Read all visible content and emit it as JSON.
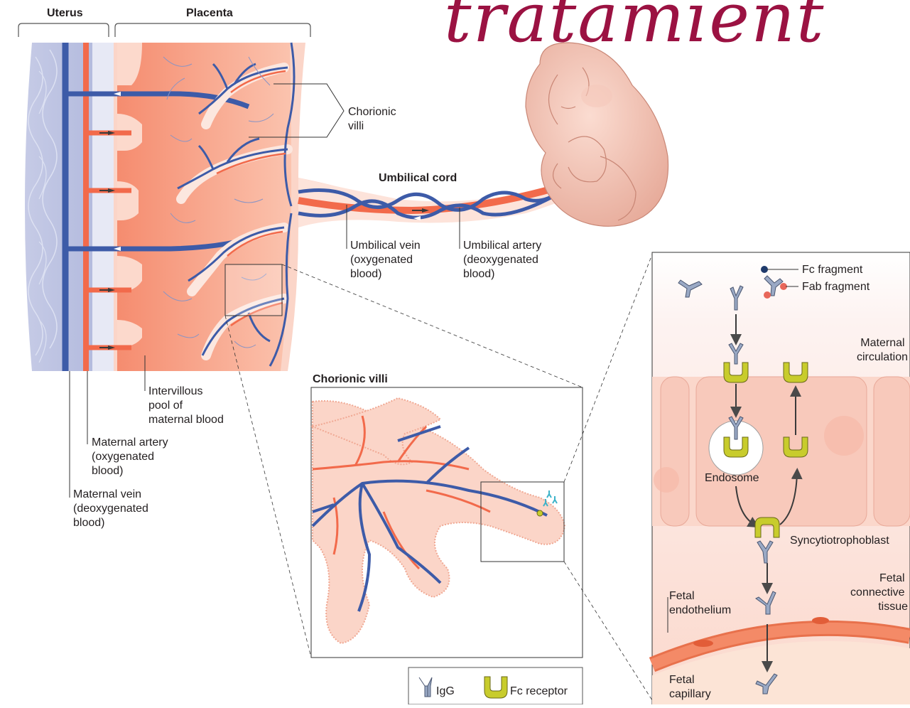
{
  "watermark": "tratamient",
  "headers": {
    "uterus": "Uterus",
    "placenta": "Placenta"
  },
  "labels": {
    "chorionic_villi": [
      "Chorionic",
      "villi"
    ],
    "umbilical_cord": "Umbilical cord",
    "umbilical_vein": [
      "Umbilical vein",
      "(oxygenated",
      "blood)"
    ],
    "umbilical_artery": [
      "Umbilical artery",
      "(deoxygenated",
      "blood)"
    ],
    "intervillous_pool": [
      "Intervillous",
      "pool of",
      "maternal blood"
    ],
    "maternal_artery": [
      "Maternal artery",
      "(oxygenated",
      "blood)"
    ],
    "maternal_vein": [
      "Maternal vein",
      "(deoxygenated",
      "blood)"
    ]
  },
  "inset_chorionic": {
    "title": "Chorionic villi"
  },
  "detail": {
    "fc_fragment": "Fc fragment",
    "fab_fragment": "Fab fragment",
    "maternal_circulation": [
      "Maternal",
      "circulation"
    ],
    "endosome": "Endosome",
    "syncytiotrophoblast": "Syncytiotrophoblast",
    "fetal_connective_tissue": [
      "Fetal",
      "connective",
      "tissue"
    ],
    "fetal_endothelium": [
      "Fetal",
      "endothelium"
    ],
    "fetal_capillary": [
      "Fetal",
      "capillary"
    ]
  },
  "legend": {
    "igg": "IgG",
    "fc_receptor": "Fc receptor"
  },
  "colors": {
    "maternal_artery": "#f26a4b",
    "maternal_vein": "#3d5ba8",
    "placenta_fill": "#f7b39d",
    "pool_fill": "#f28d73",
    "watermark": "#9b1242",
    "receptor": "#c8cc2c",
    "igg": "#9aa9c5"
  }
}
